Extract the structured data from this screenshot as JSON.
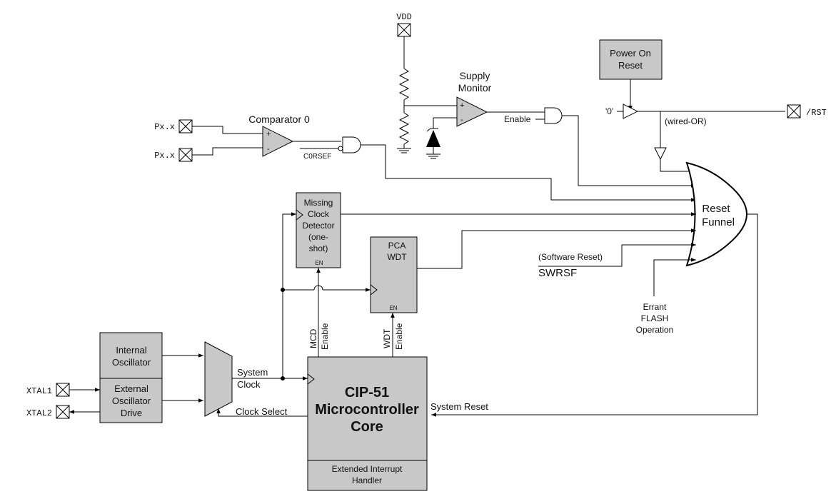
{
  "pins": {
    "vdd": "VDD",
    "px1": "Px.x",
    "px2": "Px.x",
    "rst": "/RST",
    "xtal1": "XTAL1",
    "xtal2": "XTAL2"
  },
  "labels": {
    "comparator": "Comparator 0",
    "supply_monitor_1": "Supply",
    "supply_monitor_2": "Monitor",
    "enable": "Enable",
    "c0rsef": "C0RSEF",
    "power_on_1": "Power On",
    "power_on_2": "Reset",
    "zero": "'0'",
    "wired_or": "(wired-OR)",
    "reset_funnel_1": "Reset",
    "reset_funnel_2": "Funnel",
    "mcd_1": "Missing",
    "mcd_2": "Clock",
    "mcd_3": "Detector",
    "mcd_4": "(one-",
    "mcd_5": "shot)",
    "mcd_en": "EN",
    "pca_1": "PCA",
    "pca_2": "WDT",
    "pca_en": "EN",
    "software_reset": "(Software Reset)",
    "swrsf": "SWRSF",
    "errant_1": "Errant",
    "errant_2": "FLASH",
    "errant_3": "Operation",
    "mcd_enable_1": "MCD",
    "mcd_enable_2": "Enable",
    "wdt_enable_1": "WDT",
    "wdt_enable_2": "Enable",
    "int_osc_1": "Internal",
    "int_osc_2": "Oscillator",
    "ext_osc_1": "External",
    "ext_osc_2": "Oscillator",
    "ext_osc_3": "Drive",
    "system_clock_1": "System",
    "system_clock_2": "Clock",
    "clock_select": "Clock Select",
    "system_reset": "System Reset",
    "cip_1": "CIP-51",
    "cip_2": "Microcontroller",
    "cip_3": "Core",
    "eih_1": "Extended Interrupt",
    "eih_2": "Handler"
  }
}
